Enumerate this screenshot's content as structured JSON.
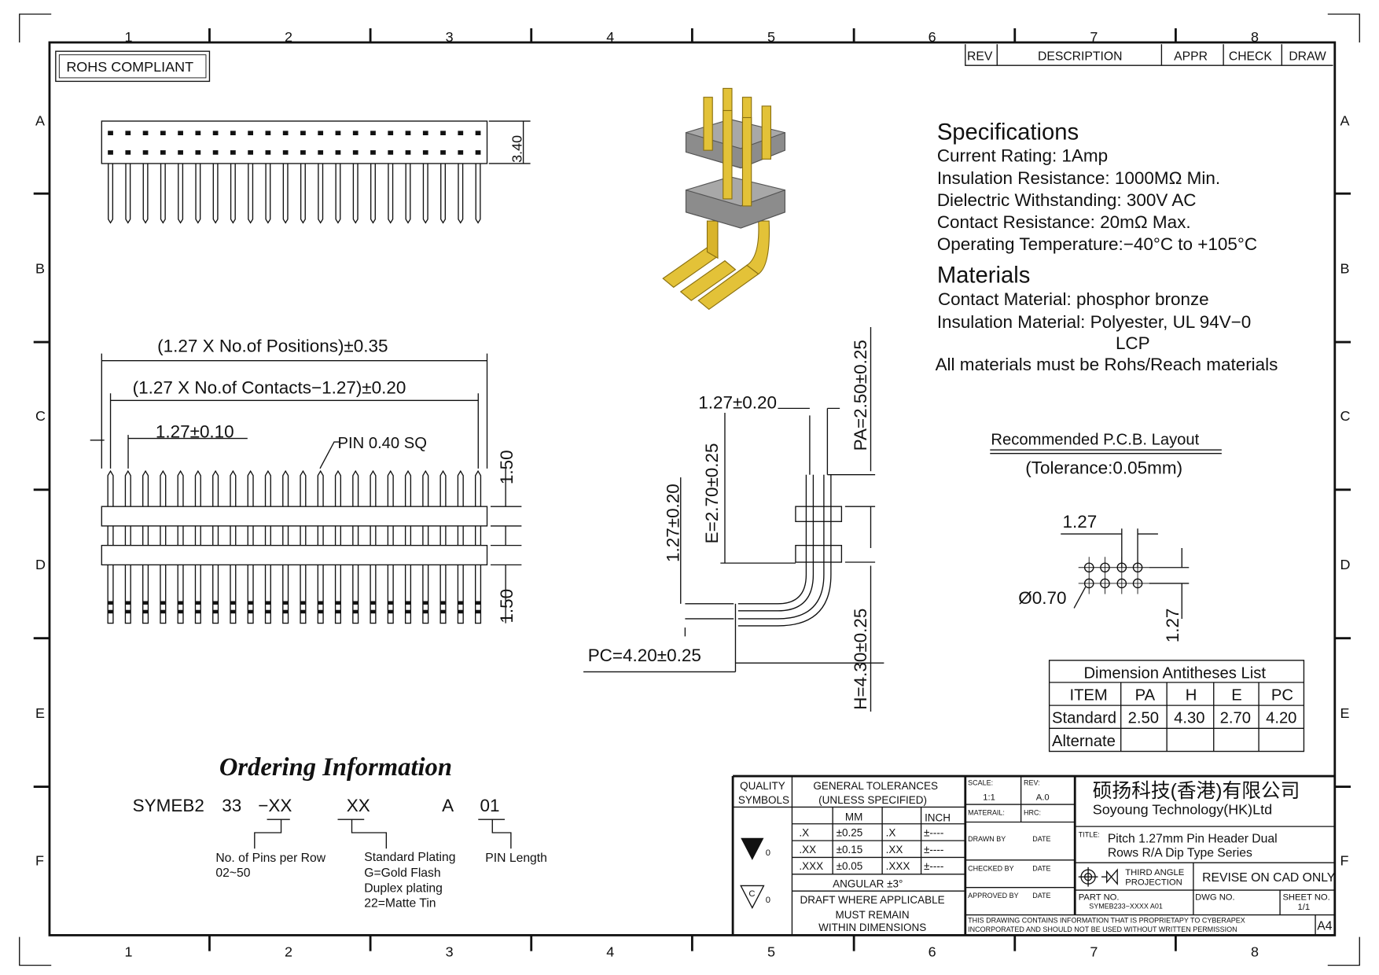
{
  "zones": {
    "columns": [
      "1",
      "2",
      "3",
      "4",
      "5",
      "6",
      "7",
      "8"
    ],
    "rows": [
      "A",
      "B",
      "C",
      "D",
      "E",
      "F"
    ]
  },
  "rohs": "ROHS COMPLIANT",
  "revision_table": {
    "headers": [
      "REV",
      "DESCRIPTION",
      "APPR",
      "CHECK",
      "DRAW"
    ]
  },
  "top_view": {
    "height_dim": "3.40"
  },
  "front_view": {
    "positions_dim": "(1.27  X  No.of  Positions)±0.35",
    "contacts_dim": "(1.27  X  No.of  Contacts−1.27)±0.20",
    "pitch_dim": "1.27±0.10",
    "pin_note": "PIN  0.40  SQ",
    "upper_dim": "1.50",
    "lower_dim": "1.50"
  },
  "side_view": {
    "pitch_dim": "1.27±0.20",
    "pa_dim": "PA=2.50±0.25",
    "e_dim": "E=2.70±0.25",
    "row_dim": "1.27±0.20",
    "pc_dim": "PC=4.20±0.25",
    "h_dim": "H=4.30±0.25"
  },
  "specifications": {
    "title": "Specifications",
    "lines": [
      "Current  Rating:    1Amp",
      "Insulation  Resistance:    1000MΩ  Min.",
      "Dielectric  Withstanding:    300V  AC",
      "Contact  Resistance:    20mΩ  Max.",
      "Operating  Temperature:−40°C  to  +105°C"
    ]
  },
  "materials": {
    "title": "Materials",
    "lines": [
      "Contact  Material:  phosphor  bronze",
      "Insulation  Material:  Polyester,  UL  94V−0",
      "LCP",
      "All  materials  must  be  Rohs/Reach  materials"
    ]
  },
  "pcb_layout": {
    "title": "Recommended  P.C.B.  Layout",
    "tolerance": "(Tolerance:0.05mm)",
    "pitch_h": "1.27",
    "pitch_v": "1.27",
    "hole": "Ø0.70"
  },
  "dimension_table": {
    "title": "Dimension  Antitheses  List",
    "headers": [
      "ITEM",
      "PA",
      "H",
      "E",
      "PC"
    ],
    "rows": [
      [
        "Standard",
        "2.50",
        "4.30",
        "2.70",
        "4.20"
      ],
      [
        "Alternate",
        "",
        "",
        "",
        ""
      ]
    ]
  },
  "ordering": {
    "title": "Ordering Information",
    "code": [
      "SYMEB2",
      "33",
      "−XX",
      "XX",
      "A",
      "01"
    ],
    "notes": {
      "pins": [
        "No.  of  Pins  per  Row",
        "02~50"
      ],
      "plating": [
        "Standard  Plating",
        "G=Gold  Flash",
        "Duplex  plating",
        "22=Matte  Tin"
      ],
      "length": [
        "PIN  Length"
      ]
    }
  },
  "title_block": {
    "quality": [
      "QUALITY",
      "SYMBOLS"
    ],
    "sym1": "0",
    "sym2": "0",
    "sym2_letter": "C",
    "tol_title": [
      "GENERAL  TOLERANCES",
      "(UNLESS  SPECIFIED)"
    ],
    "tol_headers": [
      "MM",
      "INCH"
    ],
    "tol_rows": [
      [
        ".X",
        "±0.25",
        ".X",
        "±----"
      ],
      [
        ".XX",
        "±0.15",
        ".XX",
        "±----"
      ],
      [
        ".XXX",
        "±0.05",
        ".XXX",
        "±----"
      ]
    ],
    "angular": "ANGULAR  ±3°",
    "draft": [
      "DRAFT  WHERE  APPLICABLE",
      "MUST  REMAIN",
      "WITHIN  DIMENSIONS"
    ],
    "scale_label": "SCALE:",
    "scale": "1:1",
    "rev_label": "REV:",
    "rev": "A.0",
    "material_label": "MATERAIL:",
    "hrc_label": "HRC:",
    "drawn": "DRAWN BY",
    "checked": "CHECKED BY",
    "approved": "APPROVED BY",
    "date": "DATE",
    "company_cn": "硕扬科技(香港)有限公司",
    "company_en": "Soyoung  Technology(HK)Ltd",
    "title_label": "TITLE:",
    "title": [
      "Pitch  1.27mm  Pin  Header  Dual",
      "Rows  R/A  Dip  Type  Series"
    ],
    "projection": [
      "THIRD  ANGLE",
      "PROJECTION"
    ],
    "revise": "REVISE  ON  CAD  ONLY",
    "part_label": "PART  NO.",
    "part_no": "SYMEB233−XXXX  A01",
    "dwg_label": "DWG  NO.",
    "sheet_label": "SHEET  NO.",
    "sheet": "1/1",
    "notice": [
      "THIS  DRAWING  CONTAINS  INFORMATION  THAT  IS  PROPRIETAPY  TO  CYBERAPEX",
      "INCORPORATED  AND  SHOULD  NOT  BE  USED  WITHOUT  WRITTEN  PERMISSION"
    ],
    "size": "A4"
  }
}
